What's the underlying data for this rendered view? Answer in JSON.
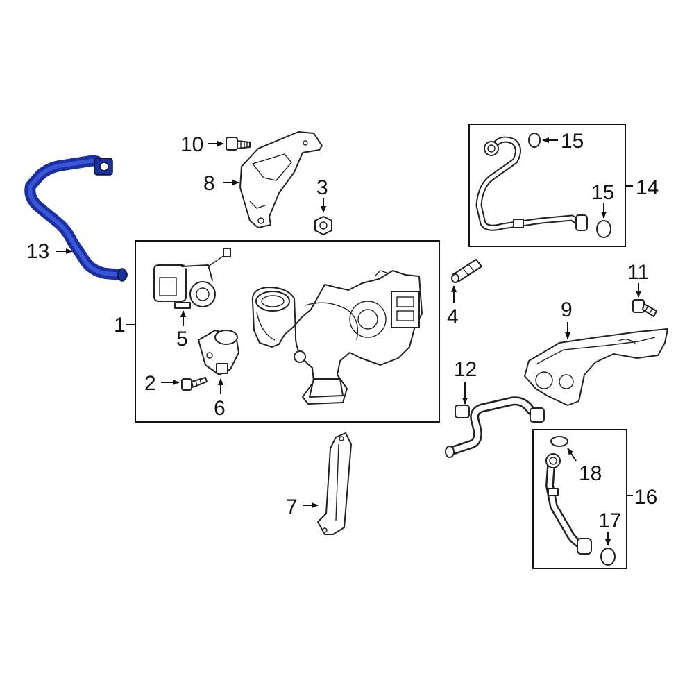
{
  "callouts": {
    "c1": "1",
    "c2": "2",
    "c3": "3",
    "c4": "4",
    "c5": "5",
    "c6": "6",
    "c7": "7",
    "c8": "8",
    "c9": "9",
    "c10": "10",
    "c11": "11",
    "c12": "12",
    "c13": "13",
    "c14": "14",
    "c15a": "15",
    "c15b": "15",
    "c16": "16",
    "c17": "17",
    "c18": "18"
  },
  "colors": {
    "highlight": "#1a2fa0",
    "line": "#111111"
  }
}
